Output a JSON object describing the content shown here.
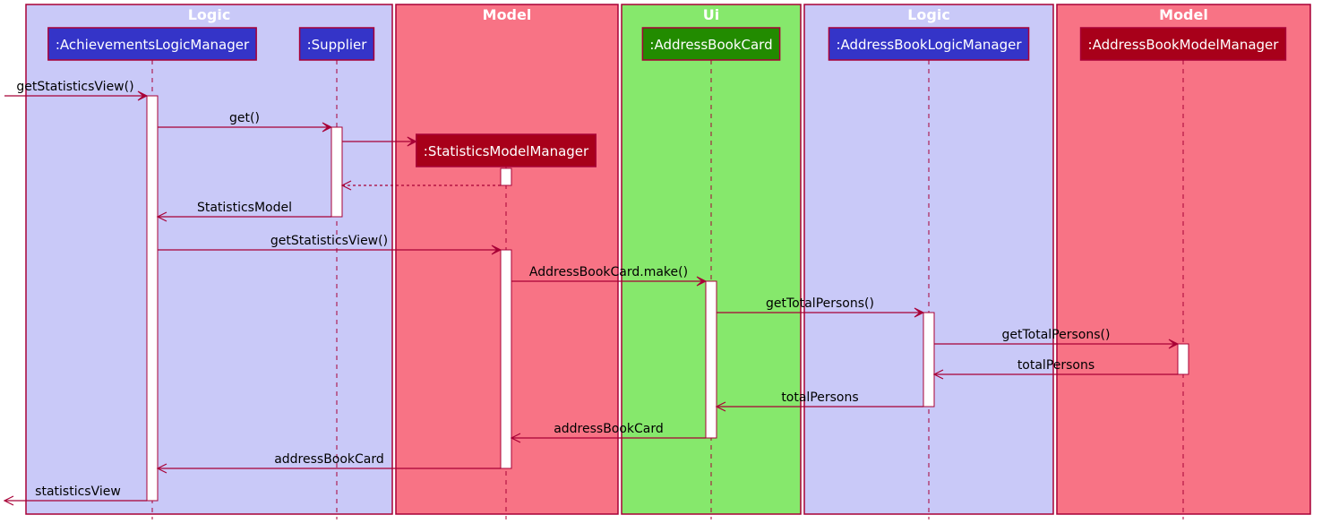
{
  "colors": {
    "logic_box": "#c9c9f8",
    "model_box": "#f87385",
    "ui_box": "#86e86c",
    "border": "#a80036",
    "participant_logic": "#3434c8",
    "participant_model": "#a8001a",
    "participant_ui": "#228b00",
    "activation": "#ffffff",
    "arrow": "#a80036"
  },
  "boxes": [
    {
      "title": "Logic",
      "kind": "logic"
    },
    {
      "title": "Model",
      "kind": "model"
    },
    {
      "title": "Ui",
      "kind": "ui"
    },
    {
      "title": "Logic",
      "kind": "logic"
    },
    {
      "title": "Model",
      "kind": "model"
    }
  ],
  "participants": [
    {
      "id": "alm",
      "label": ":AchievementsLogicManager",
      "kind": "logic"
    },
    {
      "id": "sup",
      "label": ":Supplier",
      "kind": "logic"
    },
    {
      "id": "smm",
      "label": ":StatisticsModelManager",
      "kind": "model"
    },
    {
      "id": "abc",
      "label": ":AddressBookCard",
      "kind": "ui"
    },
    {
      "id": "ablm",
      "label": ":AddressBookLogicManager",
      "kind": "logic"
    },
    {
      "id": "abmm",
      "label": ":AddressBookModelManager",
      "kind": "model"
    }
  ],
  "messages": [
    {
      "from": "external",
      "to": "alm",
      "label": "getStatisticsView()",
      "type": "sync"
    },
    {
      "from": "alm",
      "to": "sup",
      "label": "get()",
      "type": "sync"
    },
    {
      "from": "sup",
      "to": "smm",
      "label": "",
      "type": "create"
    },
    {
      "from": "smm",
      "to": "sup",
      "label": "",
      "type": "return"
    },
    {
      "from": "sup",
      "to": "alm",
      "label": "StatisticsModel",
      "type": "reply"
    },
    {
      "from": "alm",
      "to": "smm",
      "label": "getStatisticsView()",
      "type": "sync"
    },
    {
      "from": "smm",
      "to": "abc",
      "label": "AddressBookCard.make()",
      "type": "sync"
    },
    {
      "from": "abc",
      "to": "ablm",
      "label": "getTotalPersons()",
      "type": "sync"
    },
    {
      "from": "ablm",
      "to": "abmm",
      "label": "getTotalPersons()",
      "type": "sync"
    },
    {
      "from": "abmm",
      "to": "ablm",
      "label": "totalPersons",
      "type": "reply"
    },
    {
      "from": "ablm",
      "to": "abc",
      "label": "totalPersons",
      "type": "reply"
    },
    {
      "from": "abc",
      "to": "smm",
      "label": "addressBookCard",
      "type": "reply"
    },
    {
      "from": "smm",
      "to": "alm",
      "label": "addressBookCard",
      "type": "reply"
    },
    {
      "from": "alm",
      "to": "external",
      "label": "statisticsView",
      "type": "reply"
    }
  ]
}
